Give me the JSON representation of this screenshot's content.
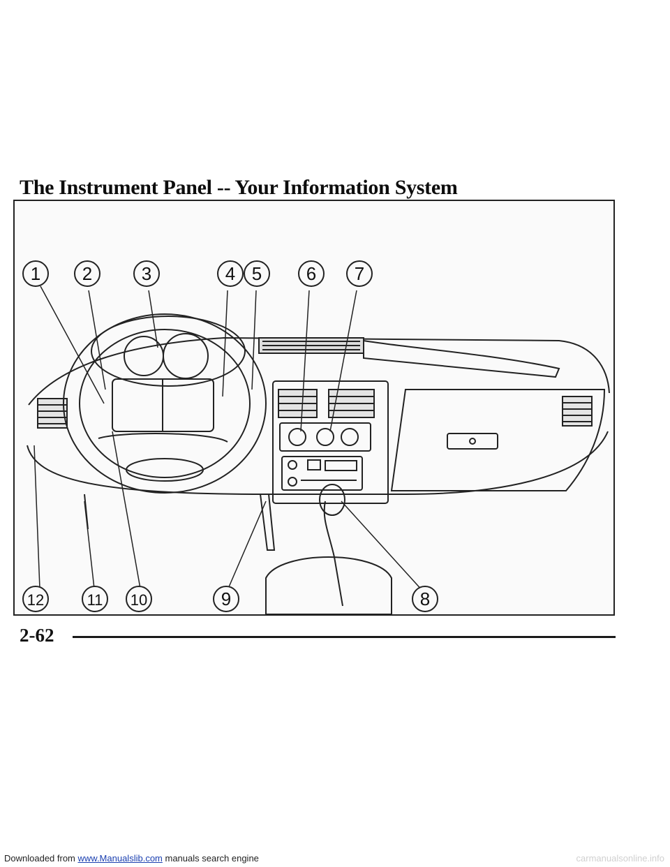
{
  "page": {
    "title": "The Instrument Panel -- Your Information System",
    "page_number": "2-62"
  },
  "figure": {
    "callouts_top": [
      "1",
      "2",
      "3",
      "4",
      "5",
      "6",
      "7"
    ],
    "callouts_bottom": [
      "12",
      "11",
      "10",
      "9",
      "8"
    ]
  },
  "footer": {
    "prefix": "Downloaded from ",
    "link": "www.Manualslib.com",
    "suffix": " manuals search engine"
  },
  "watermark": "carmanualsonline.info"
}
